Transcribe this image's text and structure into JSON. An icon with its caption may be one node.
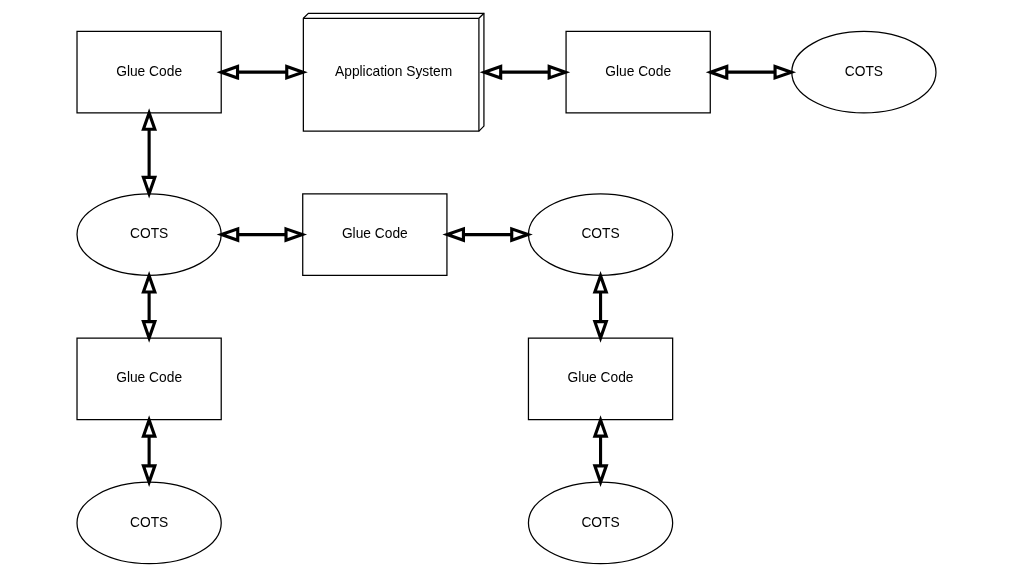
{
  "diagram": {
    "nodes": [
      {
        "text": [
          "Glue Code"
        ]
      },
      {
        "text": [
          "Application System"
        ]
      },
      {
        "text": [
          "Glue Code"
        ]
      },
      {
        "text": [
          "COTS"
        ]
      },
      {
        "text": [
          "COTS"
        ]
      },
      {
        "text": [
          "Glue Code"
        ]
      },
      {
        "text": [
          "COTS"
        ]
      },
      {
        "text": [
          "Glue Code"
        ]
      },
      {
        "text": [
          "Glue Code"
        ]
      },
      {
        "text": [
          "COTS"
        ]
      },
      {
        "text": [
          "COTS"
        ]
      }
    ],
    "edges": [
      {
        "from": 0,
        "to": 1,
        "arrow": "both"
      },
      {
        "from": 1,
        "to": 2,
        "arrow": "both"
      },
      {
        "from": 2,
        "to": 3,
        "arrow": "both"
      },
      {
        "from": 0,
        "to": 4,
        "arrow": "both"
      },
      {
        "from": 4,
        "to": 5,
        "arrow": "both"
      },
      {
        "from": 5,
        "to": 6,
        "arrow": "both"
      },
      {
        "from": 4,
        "to": 7,
        "arrow": "both"
      },
      {
        "from": 6,
        "to": 8,
        "arrow": "both"
      },
      {
        "from": 7,
        "to": 9,
        "arrow": "both"
      },
      {
        "from": 8,
        "to": 10,
        "arrow": "both"
      }
    ]
  }
}
